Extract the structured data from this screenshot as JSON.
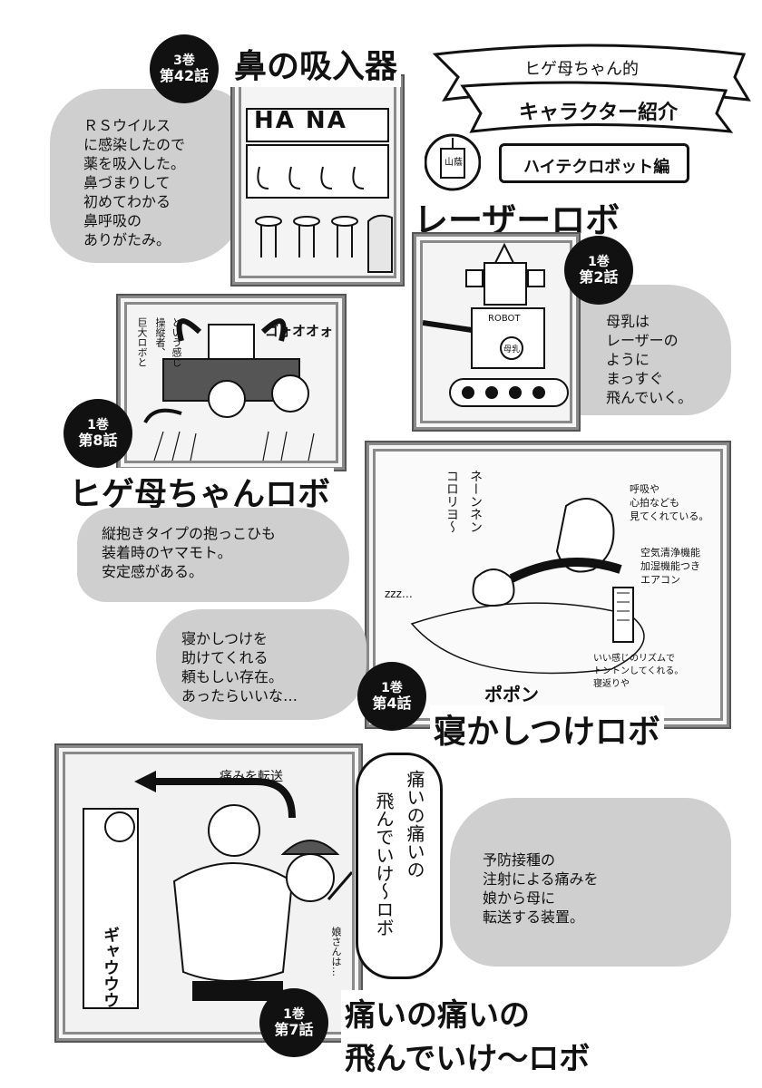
{
  "header": {
    "banner_line1": "ヒゲ母ちゃん的",
    "banner_line2": "キャラクター紹介",
    "section_label": "ハイテクロボット編",
    "logo_text": "山蔭"
  },
  "robots": [
    {
      "title": "鼻の吸入器",
      "volume": "3巻",
      "episode": "第42話",
      "caption": [
        "ＲＳウイルス",
        "に感染したので",
        "薬を吸入した。",
        "鼻づまりして",
        "初めてわかる",
        "鼻呼吸の",
        "ありがたみ。"
      ],
      "panel_sign": "HA NA"
    },
    {
      "title": "レーザーロボ",
      "volume": "1巻",
      "episode": "第2話",
      "caption": [
        "母乳は",
        "レーザーの",
        "ように",
        "まっすぐ",
        "飛んでいく。"
      ],
      "panel_labels": [
        "ROBOT",
        "母乳"
      ]
    },
    {
      "title": "ヒゲ母ちゃんロボ",
      "volume": "1巻",
      "episode": "第8話",
      "caption": [
        "縦抱きタイプの抱っこひも",
        "装着時のヤマモト。",
        "安定感がある。"
      ],
      "panel_labels": [
        "巨大ロボと",
        "操縦者、",
        "という感じ",
        "ゴォオオォ"
      ]
    },
    {
      "title": "寝かしつけロボ",
      "volume": "1巻",
      "episode": "第4話",
      "caption": [
        "寝かしつけを",
        "助けてくれる",
        "頼もしい存在。",
        "あったらいいな…"
      ],
      "panel_labels": [
        "ネーンネン",
        "コロリヨ〜",
        "呼吸や",
        "心拍なども",
        "見てくれている。",
        "空気清浄機能",
        "加湿機能つき",
        "エアコン",
        "いい感じのリズムで",
        "トントンしてくれる。",
        "寝返りや",
        "ポポン",
        "zzz…"
      ]
    },
    {
      "title_line1": "痛いの痛いの",
      "title_line2": "飛んでいけ〜ロボ",
      "volume": "1巻",
      "episode": "第7話",
      "caption": [
        "予防接種の",
        "注射による痛みを",
        "娘から母に",
        "転送する装置。"
      ],
      "panel_labels": [
        "痛みを転送",
        "痛いの痛いの",
        "飛んでいけ〜ロボ",
        "ギャウウウ",
        "娘さんは…"
      ]
    }
  ]
}
